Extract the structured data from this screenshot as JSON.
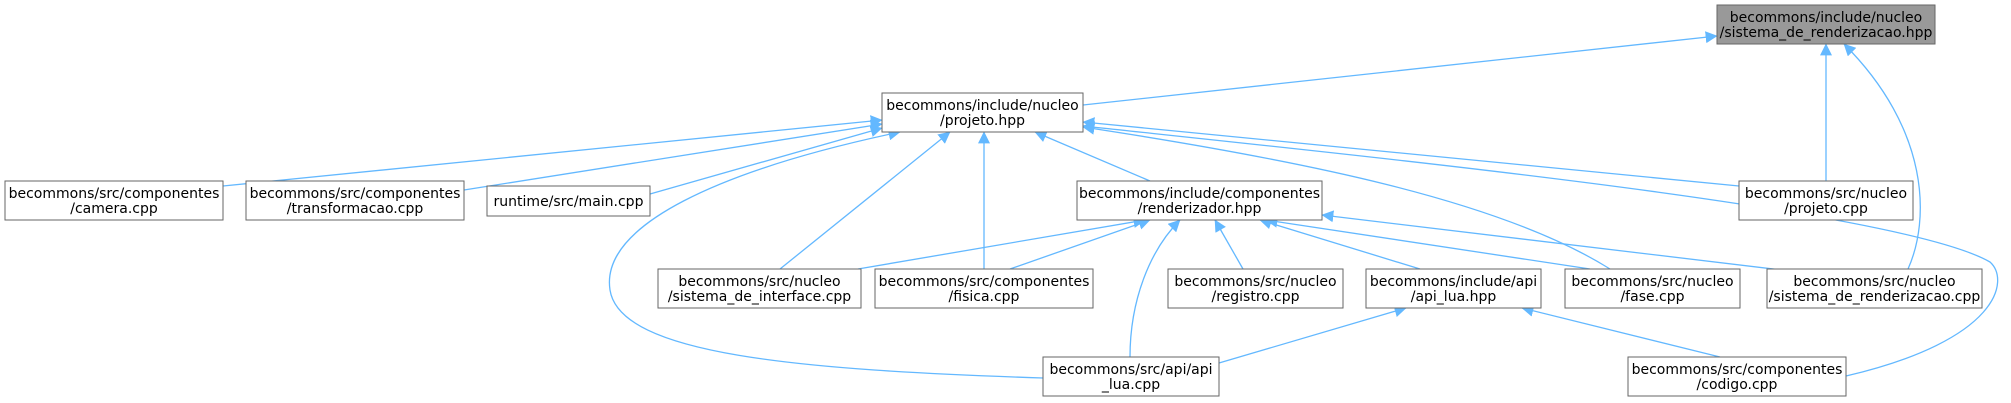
{
  "colors": {
    "edge": "#63b8ff",
    "node_border": "#666666",
    "node_fill": "#ffffff",
    "root_fill": "#999999"
  },
  "nodes": [
    {
      "id": "sistema_hpp",
      "lines": [
        "becommons/include/nucleo",
        "/sistema_de_renderizacao.hpp"
      ],
      "highlight": true
    },
    {
      "id": "projeto_hpp",
      "lines": [
        "becommons/include/nucleo",
        "/projeto.hpp"
      ]
    },
    {
      "id": "camera_cpp",
      "lines": [
        "becommons/src/componentes",
        "/camera.cpp"
      ]
    },
    {
      "id": "transformacao_cpp",
      "lines": [
        "becommons/src/componentes",
        "/transformacao.cpp"
      ]
    },
    {
      "id": "main_cpp",
      "lines": [
        "runtime/src/main.cpp"
      ]
    },
    {
      "id": "renderizador_hpp",
      "lines": [
        "becommons/include/componentes",
        "/renderizador.hpp"
      ]
    },
    {
      "id": "projeto_cpp",
      "lines": [
        "becommons/src/nucleo",
        "/projeto.cpp"
      ]
    },
    {
      "id": "interface_cpp",
      "lines": [
        "becommons/src/nucleo",
        "/sistema_de_interface.cpp"
      ]
    },
    {
      "id": "fisica_cpp",
      "lines": [
        "becommons/src/componentes",
        "/fisica.cpp"
      ]
    },
    {
      "id": "registro_cpp",
      "lines": [
        "becommons/src/nucleo",
        "/registro.cpp"
      ]
    },
    {
      "id": "api_lua_hpp",
      "lines": [
        "becommons/include/api",
        "/api_lua.hpp"
      ]
    },
    {
      "id": "fase_cpp",
      "lines": [
        "becommons/src/nucleo",
        "/fase.cpp"
      ]
    },
    {
      "id": "sistema_cpp",
      "lines": [
        "becommons/src/nucleo",
        "/sistema_de_renderizacao.cpp"
      ]
    },
    {
      "id": "api_lua_cpp",
      "lines": [
        "becommons/src/api/api",
        "_lua.cpp"
      ]
    },
    {
      "id": "codigo_cpp",
      "lines": [
        "becommons/src/componentes",
        "/codigo.cpp"
      ]
    }
  ],
  "edges": [
    {
      "from": "projeto_hpp",
      "to": "sistema_hpp"
    },
    {
      "from": "projeto_cpp",
      "to": "sistema_hpp"
    },
    {
      "from": "sistema_cpp",
      "to": "sistema_hpp"
    },
    {
      "from": "camera_cpp",
      "to": "projeto_hpp"
    },
    {
      "from": "transformacao_cpp",
      "to": "projeto_hpp"
    },
    {
      "from": "main_cpp",
      "to": "projeto_hpp"
    },
    {
      "from": "renderizador_hpp",
      "to": "projeto_hpp"
    },
    {
      "from": "projeto_cpp",
      "to": "projeto_hpp"
    },
    {
      "from": "interface_cpp",
      "to": "projeto_hpp"
    },
    {
      "from": "fisica_cpp",
      "to": "projeto_hpp"
    },
    {
      "from": "fase_cpp",
      "to": "projeto_hpp"
    },
    {
      "from": "api_lua_cpp",
      "to": "projeto_hpp"
    },
    {
      "from": "codigo_cpp",
      "to": "projeto_hpp"
    },
    {
      "from": "interface_cpp",
      "to": "renderizador_hpp"
    },
    {
      "from": "fisica_cpp",
      "to": "renderizador_hpp"
    },
    {
      "from": "registro_cpp",
      "to": "renderizador_hpp"
    },
    {
      "from": "api_lua_hpp",
      "to": "renderizador_hpp"
    },
    {
      "from": "fase_cpp",
      "to": "renderizador_hpp"
    },
    {
      "from": "sistema_cpp",
      "to": "renderizador_hpp"
    },
    {
      "from": "api_lua_cpp",
      "to": "renderizador_hpp"
    },
    {
      "from": "api_lua_cpp",
      "to": "api_lua_hpp"
    },
    {
      "from": "codigo_cpp",
      "to": "api_lua_hpp"
    }
  ]
}
